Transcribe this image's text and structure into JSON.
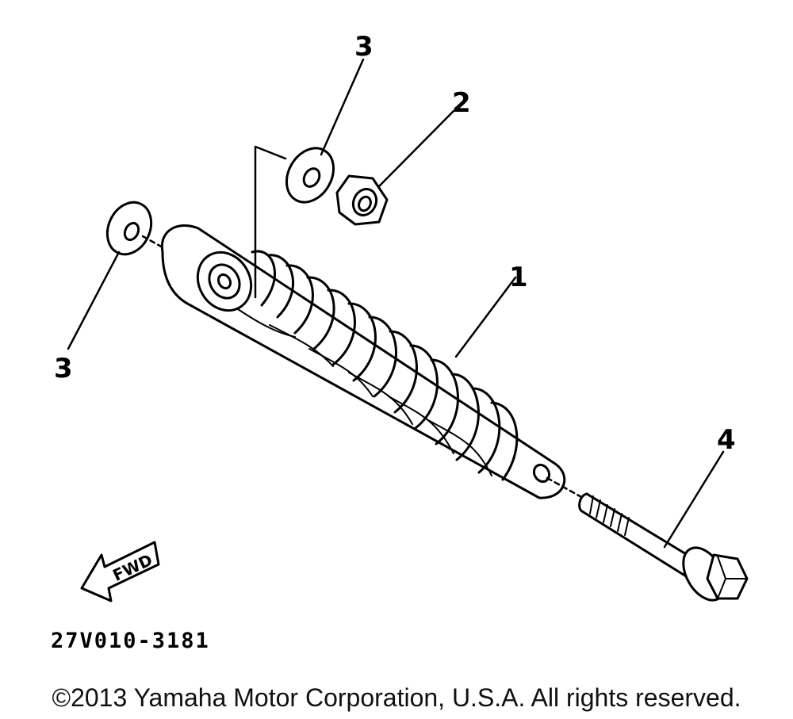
{
  "diagram": {
    "callouts": [
      {
        "id": "c3-top",
        "label": "3"
      },
      {
        "id": "c2",
        "label": "2"
      },
      {
        "id": "c1",
        "label": "1"
      },
      {
        "id": "c3-left",
        "label": "3"
      },
      {
        "id": "c4",
        "label": "4"
      }
    ],
    "arrow_label": "FWD",
    "part_code": "27V010-3181"
  },
  "footer": {
    "copyright": "©2013 Yamaha Motor Corporation, U.S.A. All rights reserved."
  }
}
